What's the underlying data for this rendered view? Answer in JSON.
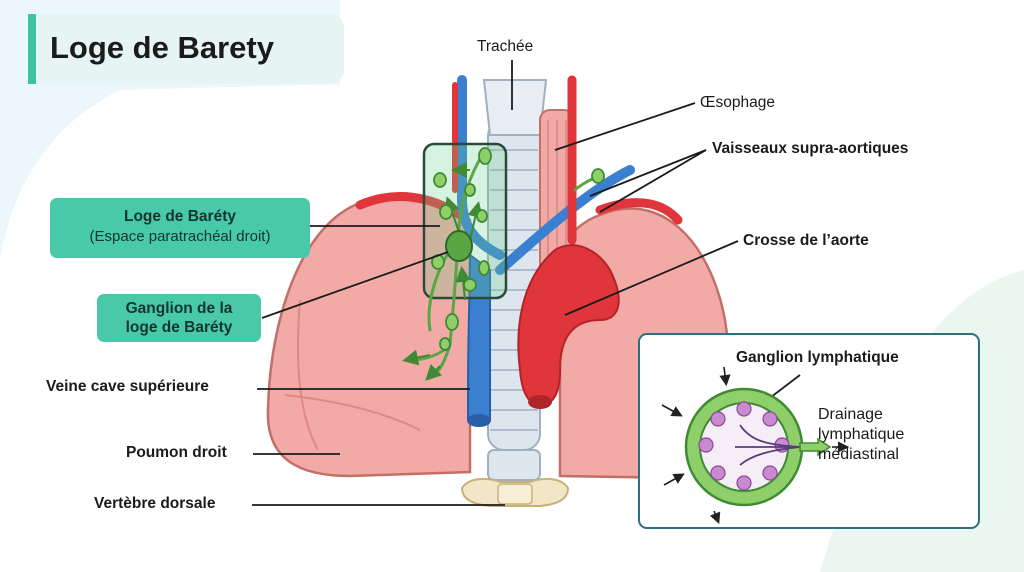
{
  "title": "Loge de Barety",
  "labels": {
    "trachee": "Trachée",
    "oesophage": "Œsophage",
    "vaisseaux": "Vaisseaux supra-aortiques",
    "crosse": "Crosse de l’aorte",
    "loge_line1": "Loge de Baréty",
    "loge_line2": "(Espace paratrachéal droit)",
    "ganglion_line1": "Ganglion de la",
    "ganglion_line2": "loge de Baréty",
    "veine_cave": "Veine cave supérieure",
    "poumon_droit": "Poumon droit",
    "vertebre": "Vertèbre dorsale"
  },
  "inset": {
    "title": "Ganglion lymphatique",
    "text_line1": "Drainage",
    "text_line2": "lymphatique",
    "text_line3": "médiastinal"
  },
  "colors": {
    "accent": "#48c9a9",
    "lung": "#f2aaa6",
    "vein": "#3a7fd0",
    "artery": "#e0353a",
    "node": "#5aa644",
    "frame": "#2f6f7d"
  }
}
